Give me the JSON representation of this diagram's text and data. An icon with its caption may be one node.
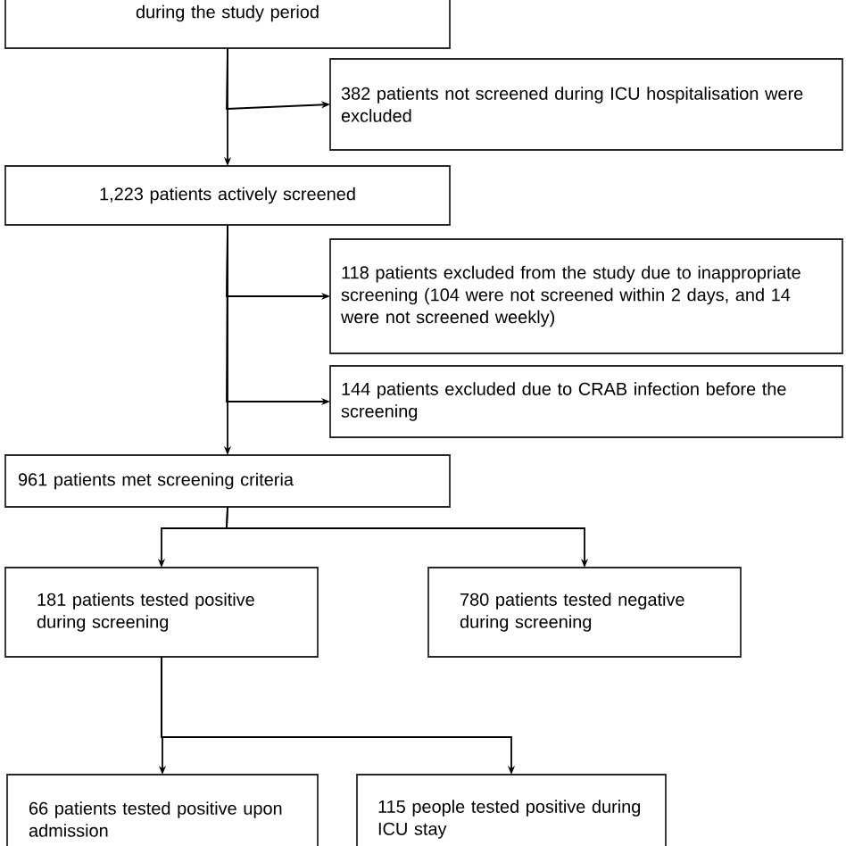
{
  "diagram": {
    "nodes": [
      {
        "text": [
          "during the study period"
        ]
      },
      {
        "text": [
          "382 patients not screened during ICU hospitalisation were excluded"
        ]
      },
      {
        "text": [
          "1,223 patients actively screened"
        ]
      },
      {
        "text": [
          "118 patients excluded from the study due to inappropriate screening (104 were not screened within 2 days, and 14 were not screened weekly)"
        ]
      },
      {
        "text": [
          "144 patients excluded due to CRAB infection before the screening"
        ]
      },
      {
        "text": [
          "961 patients met screening criteria"
        ]
      },
      {
        "text": [
          "181 patients tested positive during screening"
        ]
      },
      {
        "text": [
          "780 patients tested negative during screening"
        ]
      },
      {
        "text": [
          "66 patients tested positive upon admission"
        ]
      },
      {
        "text": [
          "115 people tested positive during ICU stay"
        ]
      }
    ],
    "edges": [
      {
        "from": 0,
        "to": 1,
        "arrow": "to"
      },
      {
        "from": 0,
        "to": 2,
        "arrow": "to"
      },
      {
        "from": 2,
        "to": 3,
        "arrow": "to"
      },
      {
        "from": 2,
        "to": 4,
        "arrow": "to"
      },
      {
        "from": 2,
        "to": 5,
        "arrow": "to"
      },
      {
        "from": 5,
        "to": 6,
        "arrow": "to"
      },
      {
        "from": 5,
        "to": 7,
        "arrow": "to"
      },
      {
        "from": 6,
        "to": 8,
        "arrow": "to"
      },
      {
        "from": 6,
        "to": 9,
        "arrow": "to"
      }
    ]
  }
}
